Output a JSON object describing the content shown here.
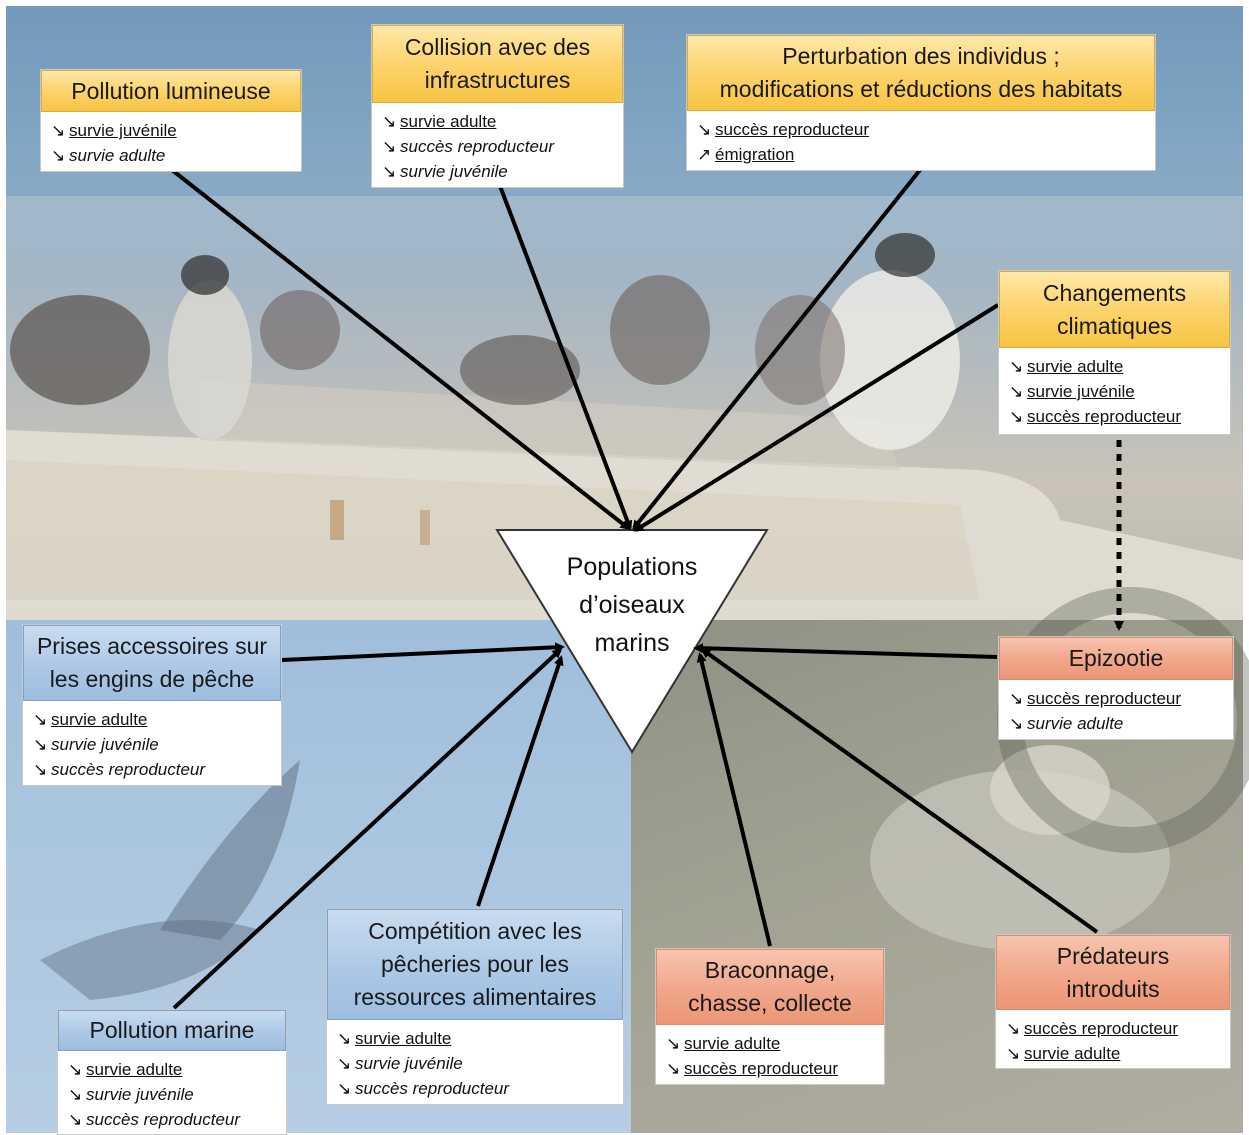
{
  "center": {
    "lines": [
      "Populations",
      "d’oiseaux",
      "marins"
    ]
  },
  "boxes": {
    "pollution_lumineuse": {
      "title": [
        "Pollution lumineuse"
      ],
      "items": [
        {
          "arrow": "↘",
          "text": "survie juvénile"
        },
        {
          "arrow": "↘",
          "text": "survie adulte"
        }
      ]
    },
    "collision": {
      "title": [
        "Collision avec des",
        "infrastructures"
      ],
      "items": [
        {
          "arrow": "↘",
          "text": "survie adulte"
        },
        {
          "arrow": "↘",
          "text": "succès reproducteur"
        },
        {
          "arrow": "↘",
          "text": "survie juvénile"
        }
      ]
    },
    "perturbation": {
      "title": [
        "Perturbation des individus ;",
        "modifications et réductions des habitats"
      ],
      "items": [
        {
          "arrow": "↘",
          "text": "succès reproducteur"
        },
        {
          "arrow": "↗",
          "text": "émigration"
        }
      ]
    },
    "changements": {
      "title": [
        "Changements",
        "climatiques"
      ],
      "items": [
        {
          "arrow": "↘",
          "text": "survie adulte"
        },
        {
          "arrow": "↘",
          "text": "survie juvénile"
        },
        {
          "arrow": "↘",
          "text": "succès reproducteur"
        }
      ]
    },
    "prises": {
      "title": [
        "Prises accessoires sur",
        "les engins de pêche"
      ],
      "items": [
        {
          "arrow": "↘",
          "text": "survie adulte"
        },
        {
          "arrow": "↘",
          "text": "survie juvénile"
        },
        {
          "arrow": "↘",
          "text": "succès reproducteur"
        }
      ]
    },
    "epizootie": {
      "title": [
        "Epizootie"
      ],
      "items": [
        {
          "arrow": "↘",
          "text": "succès reproducteur"
        },
        {
          "arrow": "↘",
          "text": "survie adulte"
        }
      ]
    },
    "competition": {
      "title": [
        "Compétition avec les",
        "pêcheries pour les",
        "ressources alimentaires"
      ],
      "items": [
        {
          "arrow": "↘",
          "text": "survie adulte"
        },
        {
          "arrow": "↘",
          "text": "survie juvénile"
        },
        {
          "arrow": "↘",
          "text": "succès reproducteur"
        }
      ]
    },
    "pollution_marine": {
      "title": [
        "Pollution marine"
      ],
      "items": [
        {
          "arrow": "↘",
          "text": "survie adulte"
        },
        {
          "arrow": "↘",
          "text": "survie juvénile"
        },
        {
          "arrow": "↘",
          "text": "succès reproducteur"
        }
      ]
    },
    "braconnage": {
      "title": [
        "Braconnage,",
        "chasse, collecte"
      ],
      "items": [
        {
          "arrow": "↘",
          "text": "survie adulte"
        },
        {
          "arrow": "↘",
          "text": "succès reproducteur"
        }
      ]
    },
    "predateurs": {
      "title": [
        "Prédateurs",
        "introduits"
      ],
      "items": [
        {
          "arrow": "↘",
          "text": "succès reproducteur"
        },
        {
          "arrow": "↘",
          "text": "survie adulte"
        }
      ]
    }
  },
  "colors": {
    "yellow_header": "#f7c444",
    "red_header": "#ec9677",
    "blue_header": "#9dbde0",
    "arrow": "#000000"
  }
}
